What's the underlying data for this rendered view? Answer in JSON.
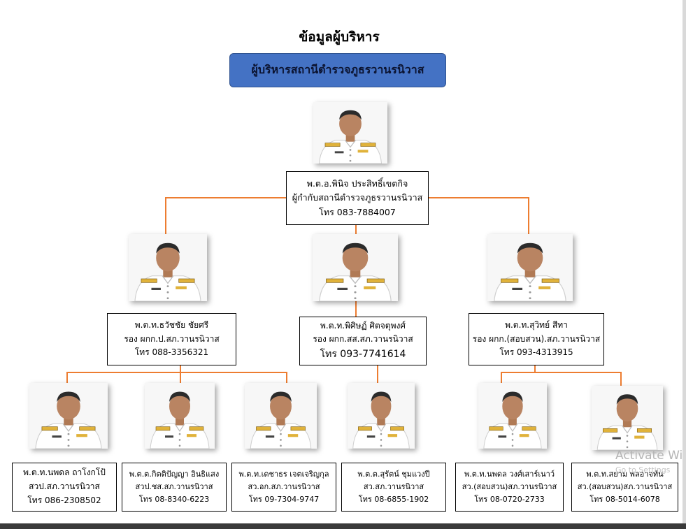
{
  "title": "ข้อมูลผู้บริหาร",
  "banner": "ผู้บริหารสถานีตำรวจภูธรวานรนิวาส",
  "chief": {
    "name": "พ.ต.อ.พินิจ  ประสิทธิ์เขตกิจ",
    "position": "ผู้กำกับสถานีตำรวจภูธรวานรนิวาส",
    "tel": "โทร 083-7884007"
  },
  "deputies": [
    {
      "name": "พ.ต.ท.ธวัชชัย  ชัยศรี",
      "position": "รอง ผกก.ป.สภ.วานรนิวาส",
      "tel": "โทร 088-3356321"
    },
    {
      "name": "พ.ต.ท.พิศิษฏ์ ศิตจตุพงศ์",
      "position": "รอง ผกก.สส.สภ.วานรนิวาส",
      "tel": "โทร 093-7741614"
    },
    {
      "name": "พ.ต.ท.สุวิทย์  สีทา",
      "position": "รอง ผกก.(สอบสวน).สภ.วานรนิวาส",
      "tel": "โทร 093-4313915"
    }
  ],
  "inspectors": [
    {
      "name": "พ.ต.ท.นพดล  ถาโงกโป้",
      "position": "สวป.สภ.วานรนิวาส",
      "tel": "โทร 086-2308502"
    },
    {
      "name": "พ.ต.ต.กิตติปัญญา   อินธิแสง",
      "position": "สวป.ชส.สภ.วานรนิวาส",
      "tel": "โทร 08-8340-6223"
    },
    {
      "name": "พ.ต.ท.เดชาธร เจตเจริญกุล",
      "position": "สว.อก.สภ.วานรนิวาส",
      "tel": "โทร 09-7304-9747"
    },
    {
      "name": "พ.ต.ต.สุรัตน์ ชุมแวงปี",
      "position": "สว.สภ.วานรนิวาส",
      "tel": "โทร 08-6855-1902"
    },
    {
      "name": "พ.ต.ท.นพดล  วงศ์เสาร์เนาว์",
      "position": "สว.(สอบสวน)สภ.วานรนิวาส",
      "tel": "โทร 08-0720-2733"
    },
    {
      "name": "พ.ต.ท.สยาม  พลอาจทัน",
      "position": "สว.(สอบสวน)สภ.วานรนิวาส",
      "tel": "โทร 08-5014-6078"
    }
  ],
  "watermark": {
    "line1": "Activate Wi",
    "line2": "Go to Settings"
  },
  "colors": {
    "connector": "#ed7d31",
    "banner": "#4472c4",
    "uniform": "#ffffff",
    "epaulette": "#e0b23a"
  }
}
